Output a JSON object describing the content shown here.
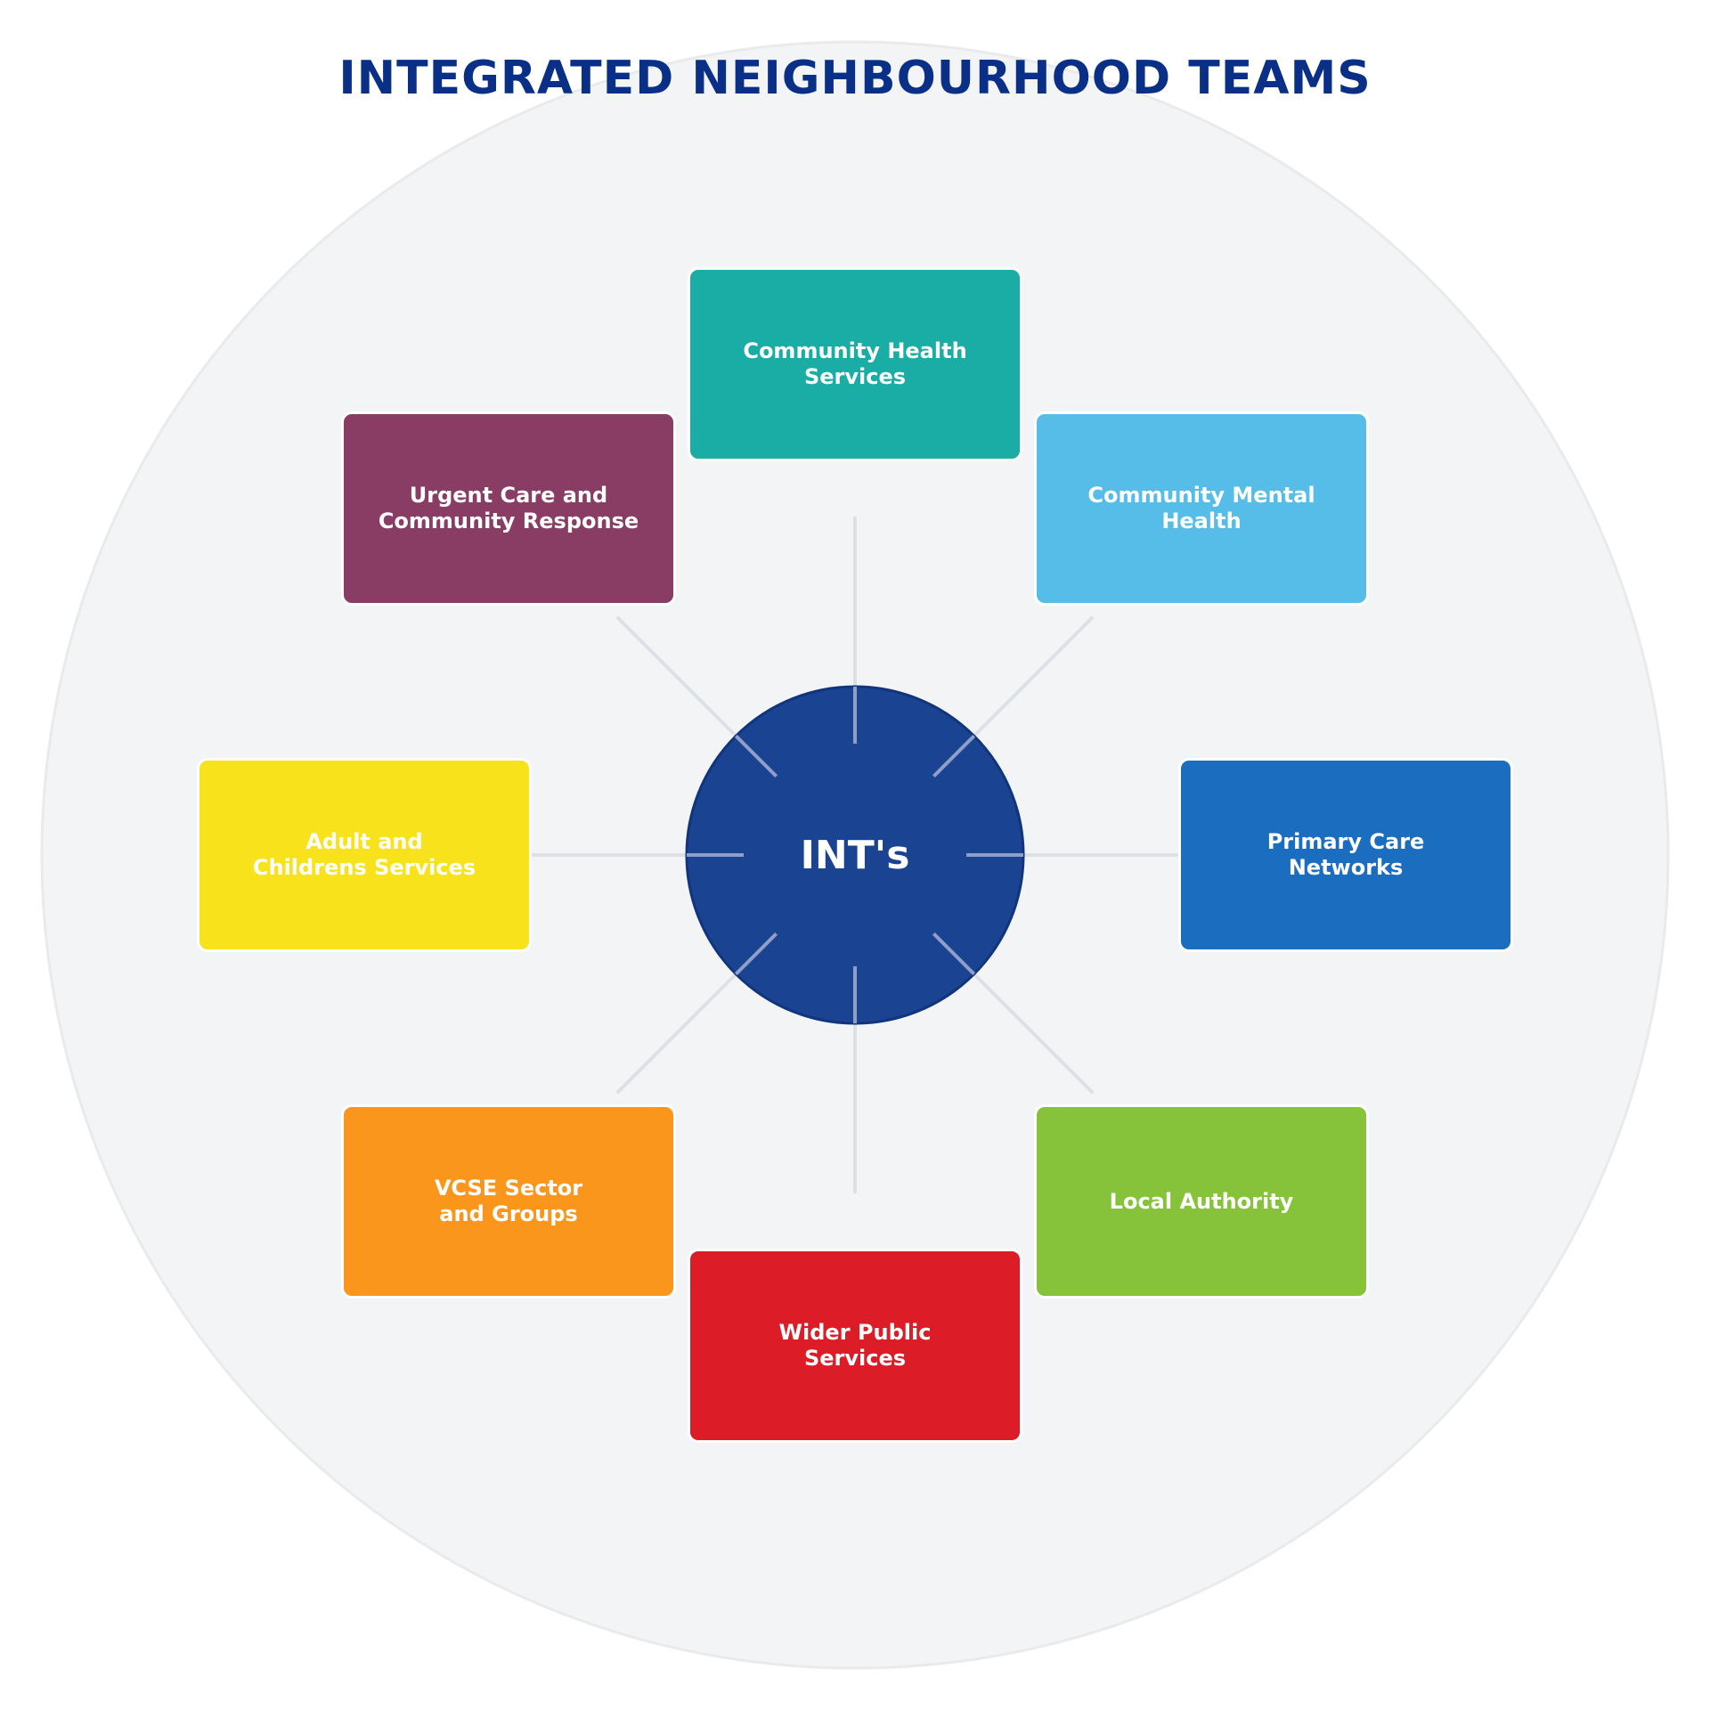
{
  "title": "INTEGRATED NEIGHBOURHOOD TEAMS",
  "hub": {
    "label": "INT's",
    "color": "#1a4391"
  },
  "colors": {
    "title": "#0a2f86",
    "background_disc": "#f3f4f6",
    "connector": "#dde1e6"
  },
  "nodes": [
    {
      "label": "Community Health\nServices",
      "color": "#1aada5"
    },
    {
      "label": "Community Mental\nHealth",
      "color": "#55bde8"
    },
    {
      "label": "Primary Care\nNetworks",
      "color": "#1a6dbf"
    },
    {
      "label": "Local Authority",
      "color": "#87c33a"
    },
    {
      "label": "Wider Public\nServices",
      "color": "#dc1c26"
    },
    {
      "label": "VCSE Sector\nand Groups",
      "color": "#fb961c"
    },
    {
      "label": "Adult and\nChildrens Services",
      "color": "#f8e21c"
    },
    {
      "label": "Urgent Care and\nCommunity Response",
      "color": "#893d64"
    }
  ]
}
